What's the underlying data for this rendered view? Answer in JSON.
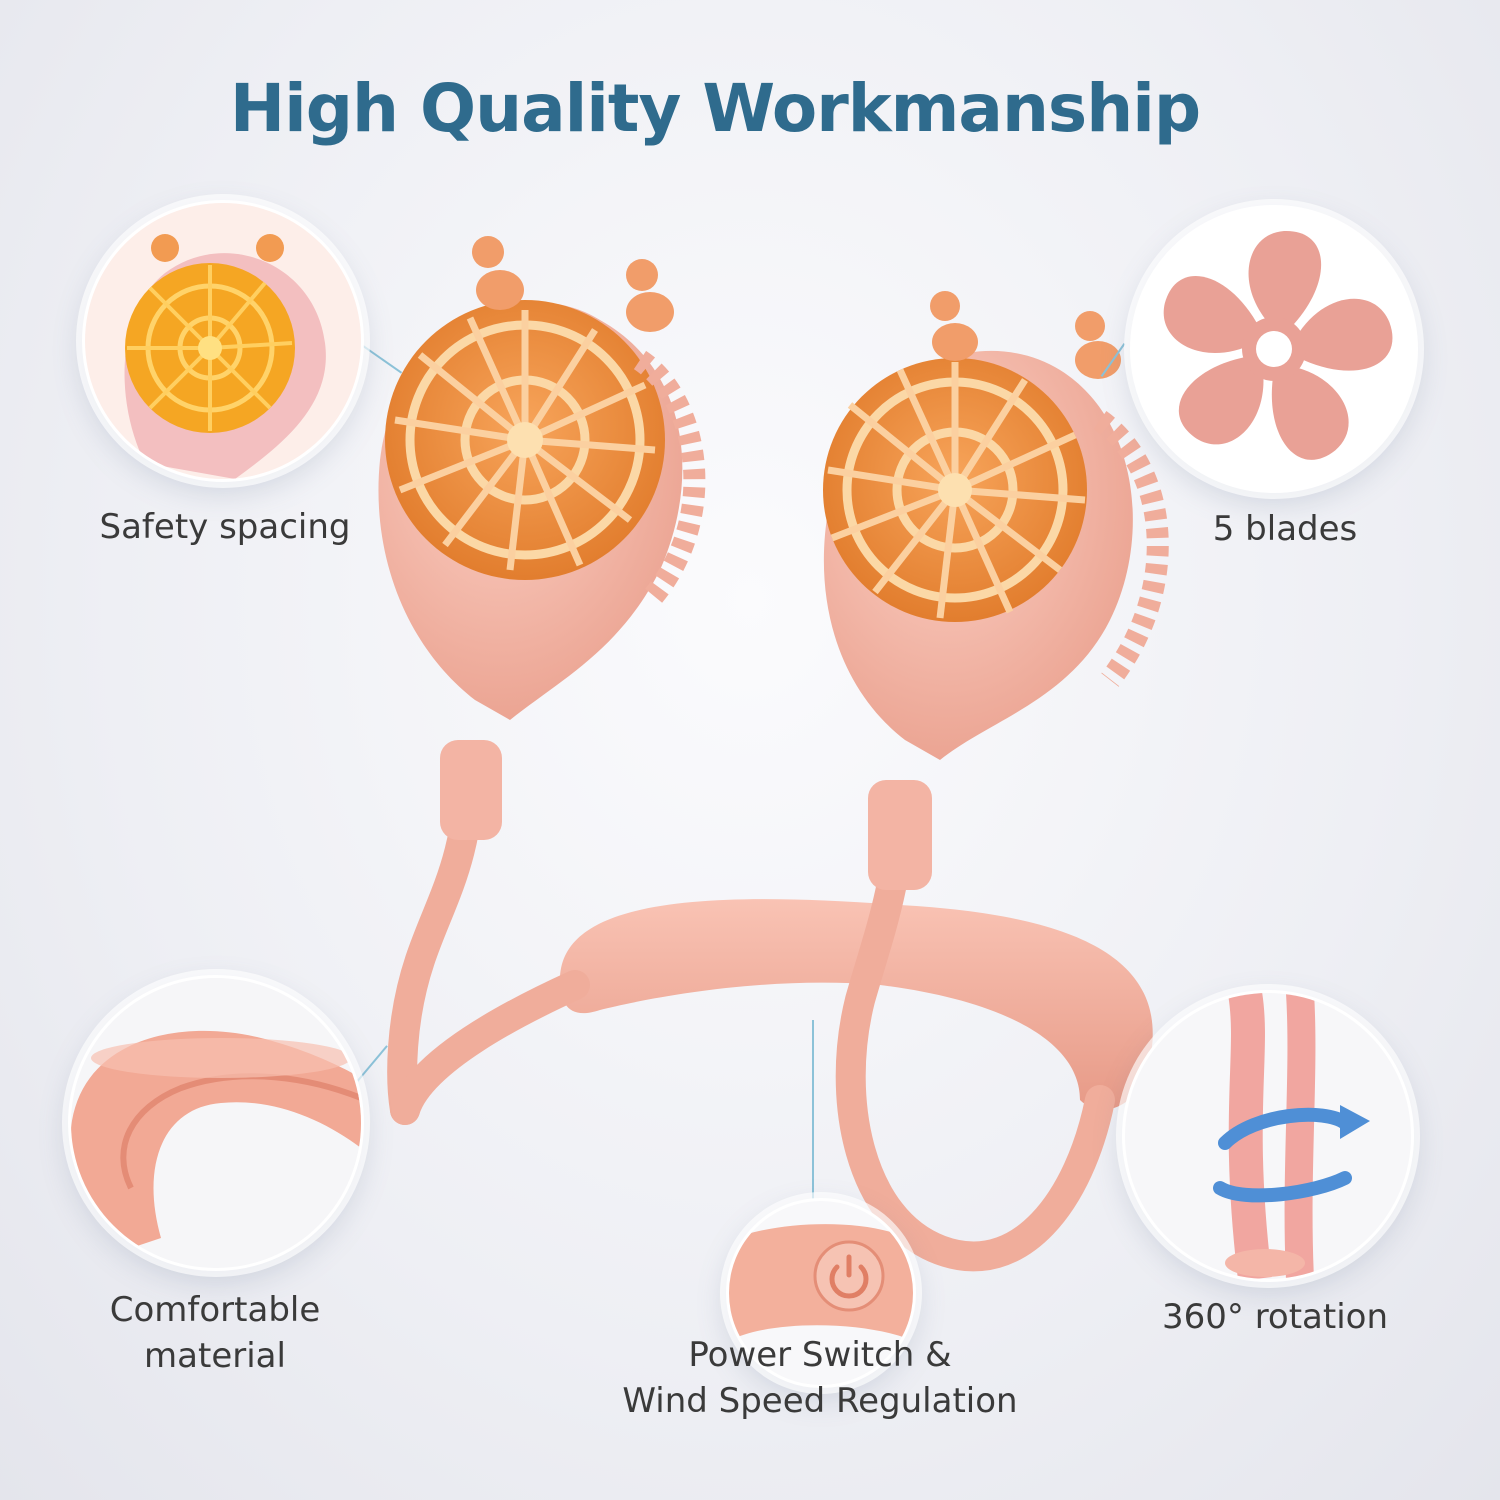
{
  "headline": "High Quality Workmanship",
  "features": {
    "safety_spacing": "Safety spacing",
    "five_blades": "5 blades",
    "comfortable_material_line1": "Comfortable",
    "comfortable_material_line2": "material",
    "rotation": "360° rotation",
    "power_switch_line1": "Power Switch &",
    "power_switch_line2": "Wind Speed Regulation"
  },
  "colors": {
    "headline": "#2f6b8d",
    "body_pink": "#f4b3a3",
    "grille_orange": "#ef8a3c",
    "blade_pink": "#e89a8c",
    "rotation_arrow_blue": "#4f8fd6"
  }
}
